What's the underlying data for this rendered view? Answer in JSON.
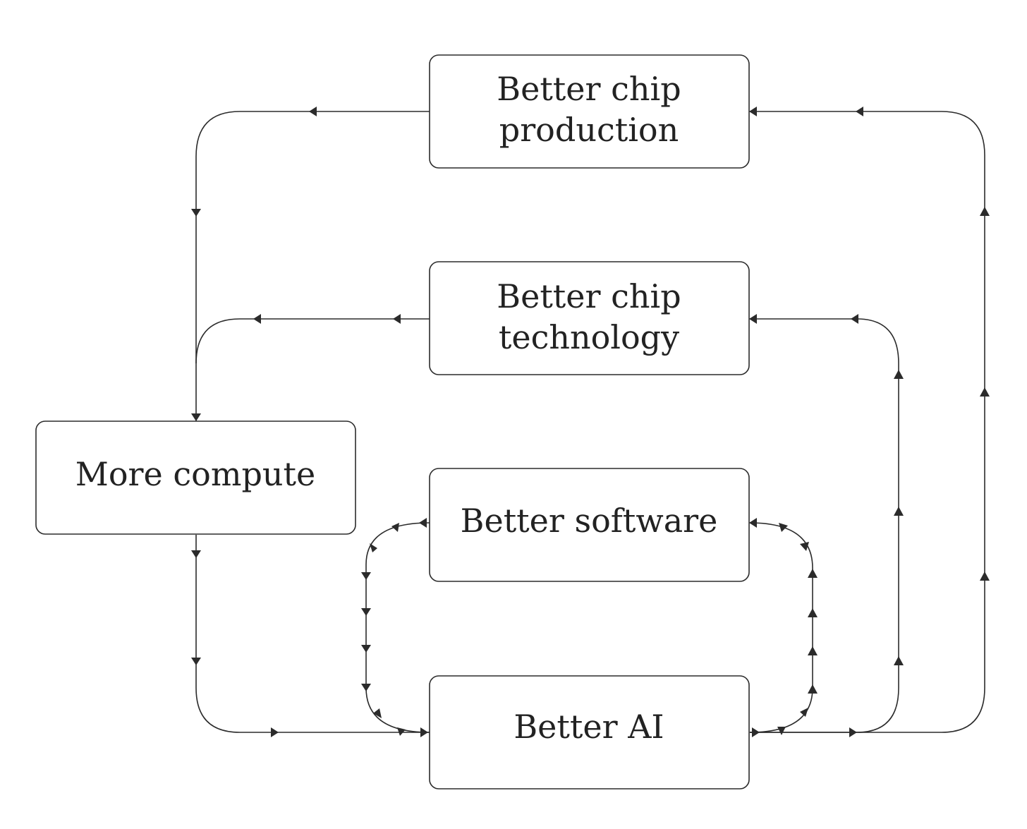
{
  "nodes": {
    "production": {
      "line1": "Better chip",
      "line2": "production"
    },
    "technology": {
      "line1": "Better chip",
      "line2": "technology"
    },
    "compute": {
      "label": "More compute"
    },
    "software": {
      "label": "Better software"
    },
    "ai": {
      "label": "Better AI"
    }
  },
  "edges": [
    {
      "from": "Better AI",
      "to": "Better chip production"
    },
    {
      "from": "Better AI",
      "to": "Better chip technology"
    },
    {
      "from": "Better chip production",
      "to": "More compute"
    },
    {
      "from": "Better chip technology",
      "to": "More compute"
    },
    {
      "from": "More compute",
      "to": "Better AI"
    },
    {
      "from": "Better AI",
      "to": "Better software"
    },
    {
      "from": "Better software",
      "to": "Better AI"
    }
  ],
  "colors": {
    "stroke": "#2b2b2b",
    "text": "#222222",
    "background": "#ffffff"
  }
}
